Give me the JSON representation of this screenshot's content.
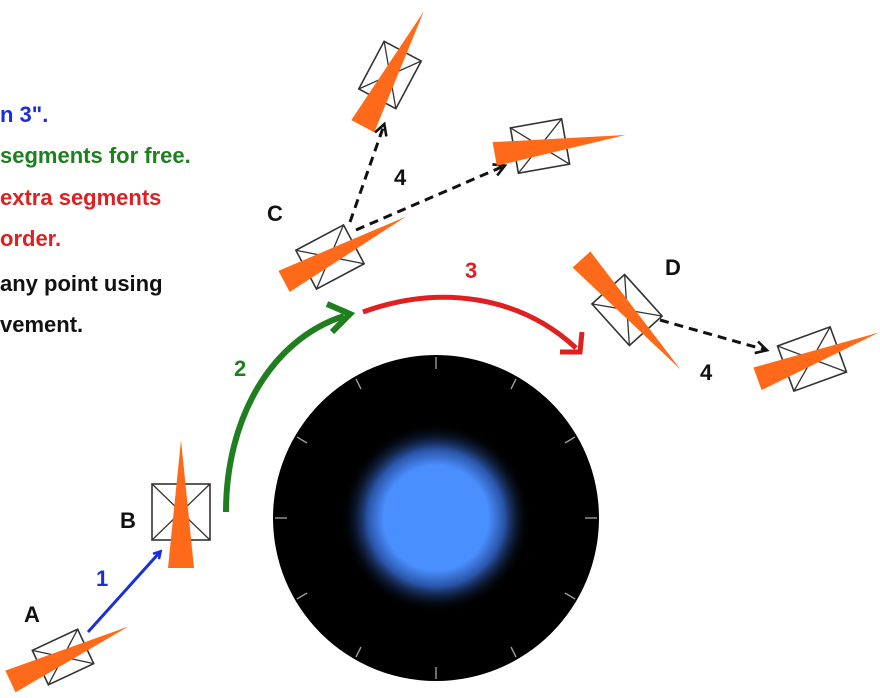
{
  "legend": {
    "line1": "n 3\".",
    "line2": "segments for free.",
    "line3a": "extra segments",
    "line3b": "order.",
    "line4a": "any point using",
    "line4b": "vement."
  },
  "points": {
    "a": "A",
    "b": "B",
    "c": "C",
    "d": "D"
  },
  "steps": {
    "s1": "1",
    "s2": "2",
    "s3": "3",
    "s4a": "4",
    "s4b": "4"
  },
  "colors": {
    "blue": "#1a2fd8",
    "green": "#1f7f1f",
    "red": "#e02020",
    "rocket": "#ff6a1a",
    "planet_core": "#4a8fff"
  }
}
